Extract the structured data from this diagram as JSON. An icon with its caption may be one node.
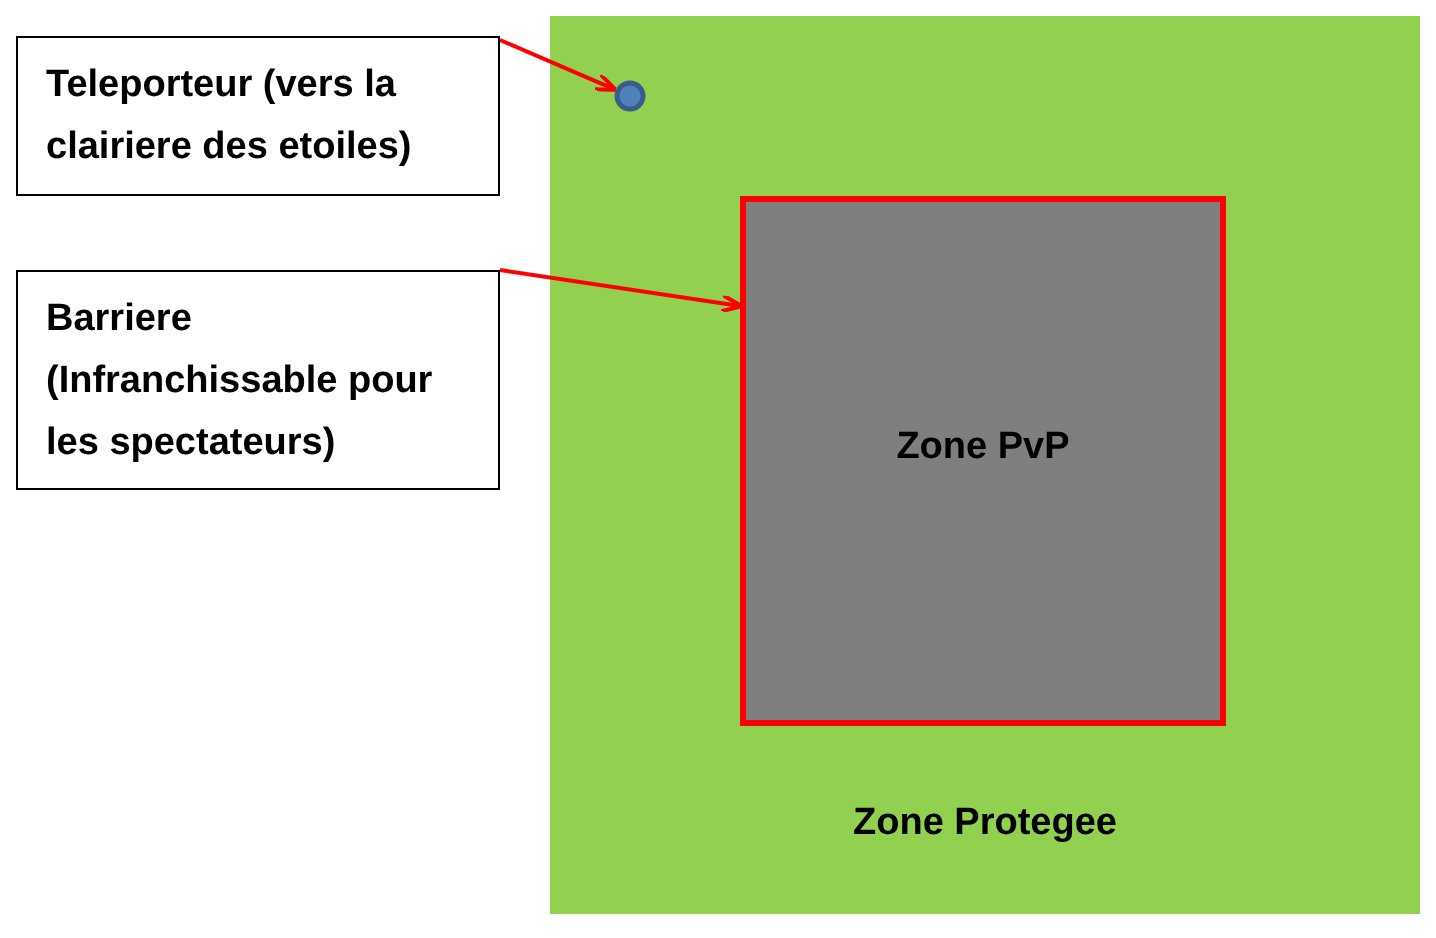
{
  "diagram": {
    "nodes": [
      {
        "text": [
          "Zone Protegee"
        ]
      },
      {
        "text": [
          "Teleporteur (vers la clairiere des etoiles)"
        ]
      },
      {
        "text": [],
        "shape": "circle",
        "in": 0
      },
      {
        "text": [
          "Barriere (Infranchissable pour les spectateurs)"
        ]
      },
      {
        "text": [
          "Zone PvP"
        ],
        "in": 0
      }
    ],
    "edges": [
      {
        "from": 1,
        "to": 2,
        "arrow": "to"
      },
      {
        "from": 3,
        "to": 4,
        "arrow": "to"
      }
    ]
  }
}
